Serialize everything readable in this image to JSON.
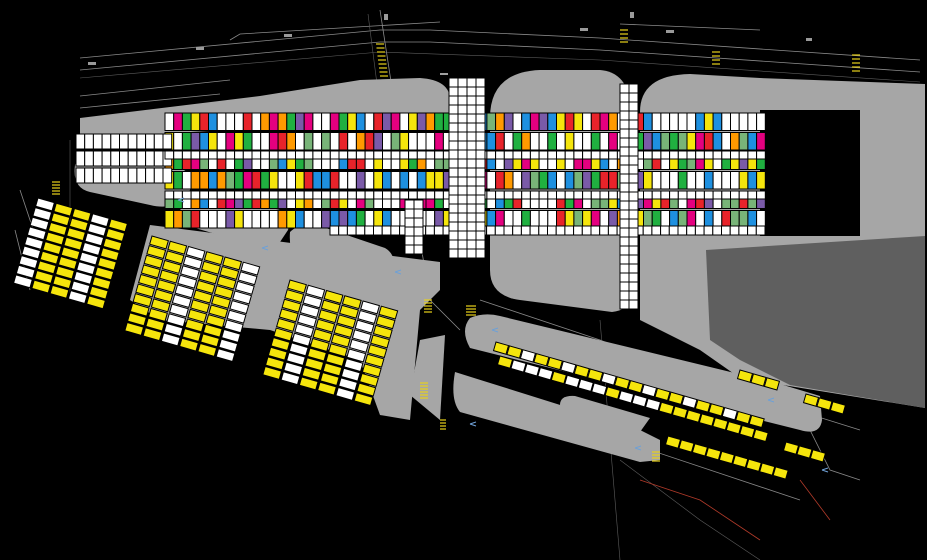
{
  "plan": {
    "palette": {
      "background": "#000000",
      "paving": "#a6a6a6",
      "terminal_building": "#5f5f5f",
      "slot_white": "#ffffff",
      "slot_yellow": "#f5e50c",
      "container_colors": [
        "#f5e50c",
        "#e4007f",
        "#1e90e0",
        "#20b040",
        "#ffffff",
        "#e8232a",
        "#7a5aa8",
        "#78b478",
        "#ff9a00"
      ]
    },
    "icons": [
      "road-marking",
      "crosswalk",
      "direction-arrow"
    ]
  }
}
